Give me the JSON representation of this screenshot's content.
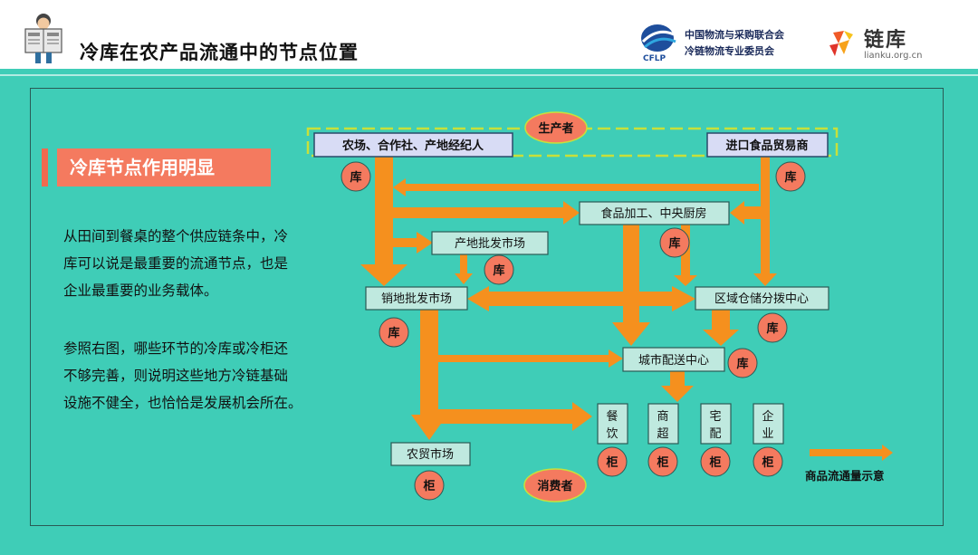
{
  "header": {
    "title": "冷库在农产品流通中的节点位置",
    "org_line1": "中国物流与采购联合会",
    "org_line2": "冷链物流专业委员会",
    "org_logo_text": "CFLP",
    "brand_name": "链库",
    "brand_url": "lianku.org.cn"
  },
  "left": {
    "tag": "冷库节点作用明显",
    "para1_lines": [
      "从田间到餐桌的整个供应链条中，冷",
      "库可以说是最重要的流通节点，也是",
      "企业最重要的业务载体。"
    ],
    "para2_lines": [
      "参照右图，哪些环节的冷库或冷柜还",
      "不够完善，则说明这些地方冷链基础",
      "设施不健全，也恰恰是发展机会所在。"
    ]
  },
  "diagram": {
    "producer_label": "生产者",
    "consumer_label": "消费者",
    "farm": "农场、合作社、产地经纪人",
    "import": "进口食品贸易商",
    "processing": "食品加工、中央厨房",
    "origin_market": "产地批发市场",
    "sales_market": "销地批发市场",
    "regional_dc": "区域仓储分拨中心",
    "city_dc": "城市配送中心",
    "farmers_market": "农贸市场",
    "outlets": [
      {
        "label": [
          "餐",
          "饮"
        ]
      },
      {
        "label": [
          "商",
          "超"
        ]
      },
      {
        "label": [
          "宅",
          "配"
        ]
      },
      {
        "label": [
          "企",
          "业"
        ]
      }
    ],
    "ku": "库",
    "gui": "柜",
    "legend": "商品流通量示意"
  },
  "colors": {
    "background": "#3fcdb7",
    "arrow": "#f5901e",
    "box_fill": "#bfe9df",
    "top_box_fill": "#d8dcf5",
    "circle_fill": "#f47a5f",
    "tag_fill": "#f47a5f"
  }
}
